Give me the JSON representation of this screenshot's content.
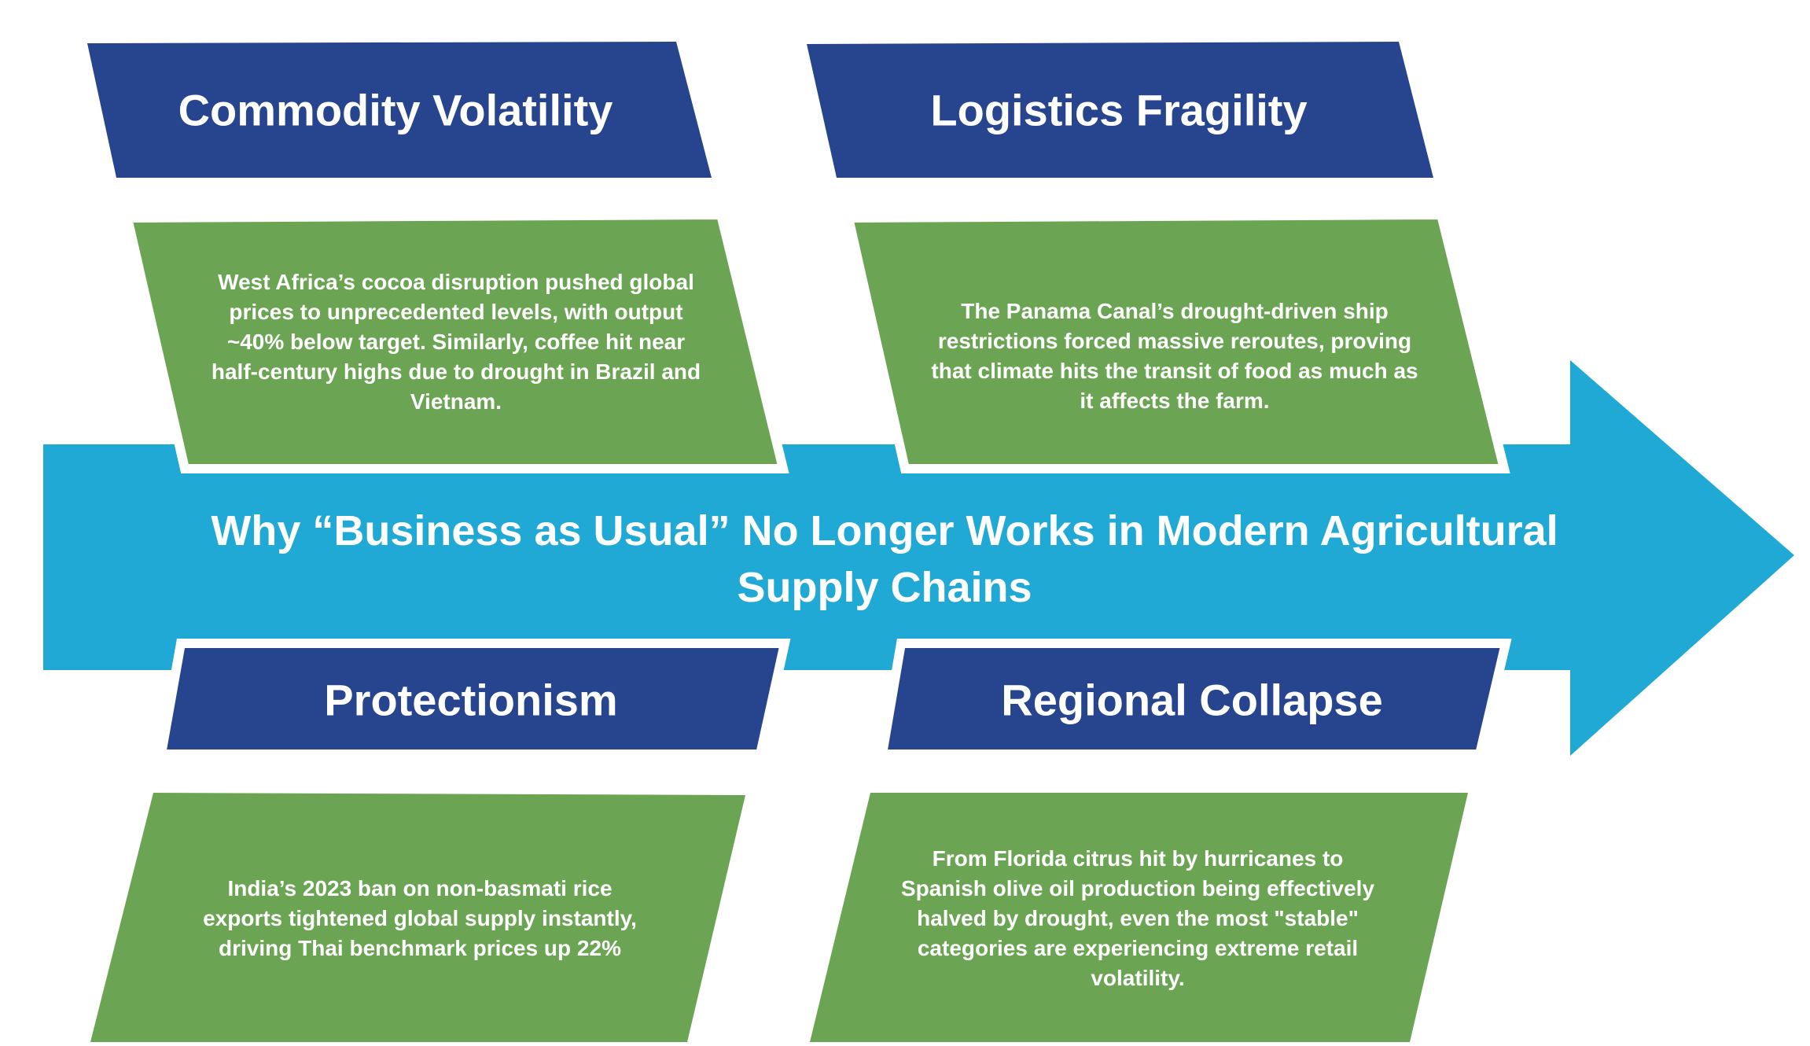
{
  "title": "Why “Business as Usual” No Longer Works in Modern Agricultural Supply Chains",
  "colors": {
    "header": "#27448f",
    "card": "#6ba553",
    "arrow": "#21a9d6",
    "text": "#ffffff"
  },
  "sections": [
    {
      "heading": "Commodity Volatility",
      "body": "West Africa’s cocoa disruption pushed global prices to unprecedented levels, with output ~40% below target. Similarly, coffee hit near half-century highs due to drought in Brazil and Vietnam."
    },
    {
      "heading": "Logistics Fragility",
      "body": "The Panama Canal’s drought-driven ship restrictions forced massive reroutes, proving that climate hits the transit of food as much as it affects the farm."
    },
    {
      "heading": "Protectionism",
      "body": "India’s 2023 ban on non-basmati rice exports tightened global supply instantly, driving Thai benchmark prices up 22%"
    },
    {
      "heading": "Regional Collapse",
      "body": "From Florida citrus hit by hurricanes to Spanish olive oil production being effectively halved by drought, even the most \"stable\" categories are experiencing extreme retail volatility."
    }
  ]
}
